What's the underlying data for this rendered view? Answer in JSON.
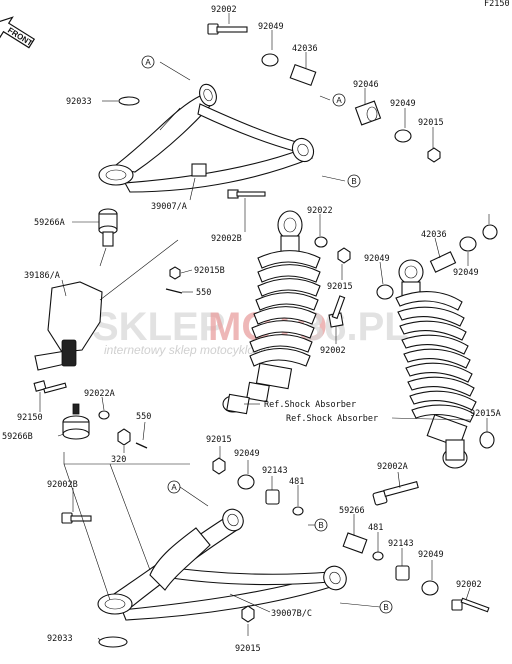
{
  "header": {
    "page_code": "F2150",
    "direction_label": "FRONT"
  },
  "watermark": {
    "brand_a": "SKLEP",
    "brand_b": "MOTO",
    "brand_c": "36.PL",
    "tagline": "internetowy sklep motocyklowy",
    "colors": {
      "gray": "#d9d9d9",
      "red": "#e05050"
    }
  },
  "refs": {
    "shock_1": "Ref.Shock Absorber",
    "shock_2": "Ref.Shock Absorber"
  },
  "callouts": {
    "a": "A",
    "b": "B"
  },
  "parts": {
    "p92002_top": "92002",
    "p92049_top": "92049",
    "p42036_top": "42036",
    "p92046": "92046",
    "p92049_r1": "92049",
    "p92015_r1": "92015",
    "p92033_top": "92033",
    "p39007a": "39007/A",
    "p92002b_top": "92002B",
    "p92022": "92022",
    "p92015_r2": "92015",
    "p42036_r": "42036",
    "p92049_r2": "92049",
    "p92049_r3": "92049",
    "p59266a": "59266A",
    "p39186a": "39186/A",
    "p92015b": "92015B",
    "p550_top": "550",
    "p92002_mid": "92002",
    "p92150": "92150",
    "p92022a": "92022A",
    "p59266b": "59266B",
    "p550_bot": "550",
    "p320": "320",
    "p92015a": "92015A",
    "p92015_l": "92015",
    "p92049_l": "92049",
    "p92143_l": "92143",
    "p481_l": "481",
    "p92002a": "92002A",
    "p92002b_bot": "92002B",
    "p59266": "59266",
    "p481_r": "481",
    "p92143_r": "92143",
    "p92049_br": "92049",
    "p92002_br": "92002",
    "p39007bc": "39007B/C",
    "p92033_bot": "92033",
    "p92015_bot": "92015"
  }
}
